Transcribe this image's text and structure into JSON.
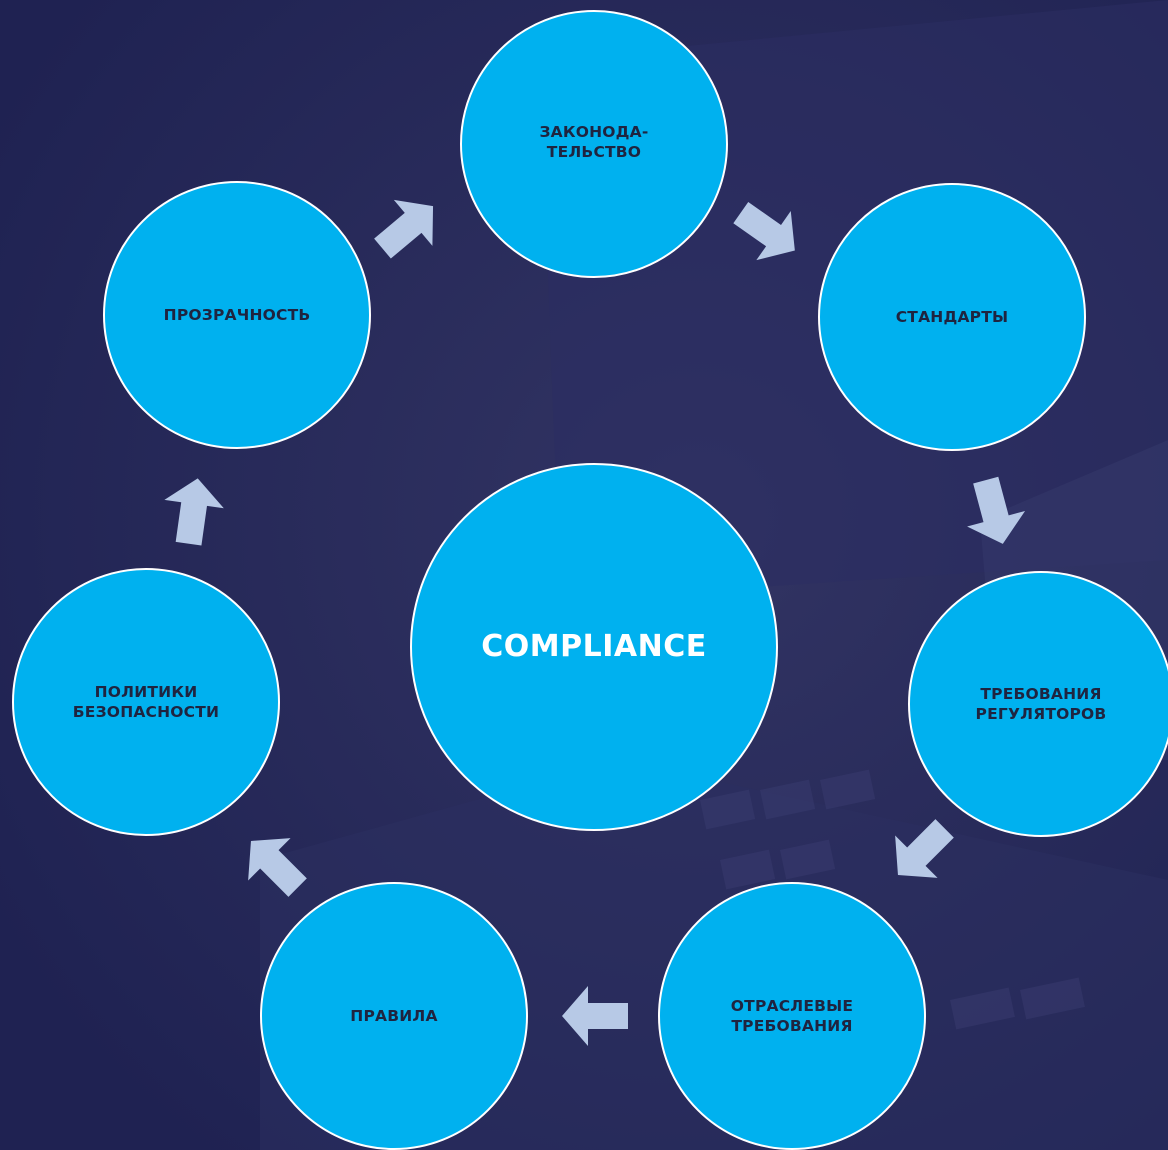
{
  "colors": {
    "background": "#242658",
    "node_fill": "#00b1ef",
    "node_border": "#ffffff",
    "node_text": "#1f2440",
    "center_text": "#ffffff",
    "arrow": "#b7c9e6"
  },
  "center": {
    "label": "COMPLIANCE"
  },
  "nodes": [
    {
      "id": "legislation",
      "label": "ЗАКОНОДА-\nТЕЛЬСТВО"
    },
    {
      "id": "standards",
      "label": "СТАНДАРТЫ"
    },
    {
      "id": "regulator-requirements",
      "label": "ТРЕБОВАНИЯ\nРЕГУЛЯТОРОВ"
    },
    {
      "id": "industry-requirements",
      "label": "ОТРАСЛЕВЫЕ\nТРЕБОВАНИЯ"
    },
    {
      "id": "rules",
      "label": "ПРАВИЛА"
    },
    {
      "id": "security-policies",
      "label": "ПОЛИТИКИ\nБЕЗОПАСНОСТИ"
    },
    {
      "id": "transparency",
      "label": "ПРОЗРАЧНОСТЬ"
    }
  ],
  "flow_icon": "block-arrow-icon"
}
